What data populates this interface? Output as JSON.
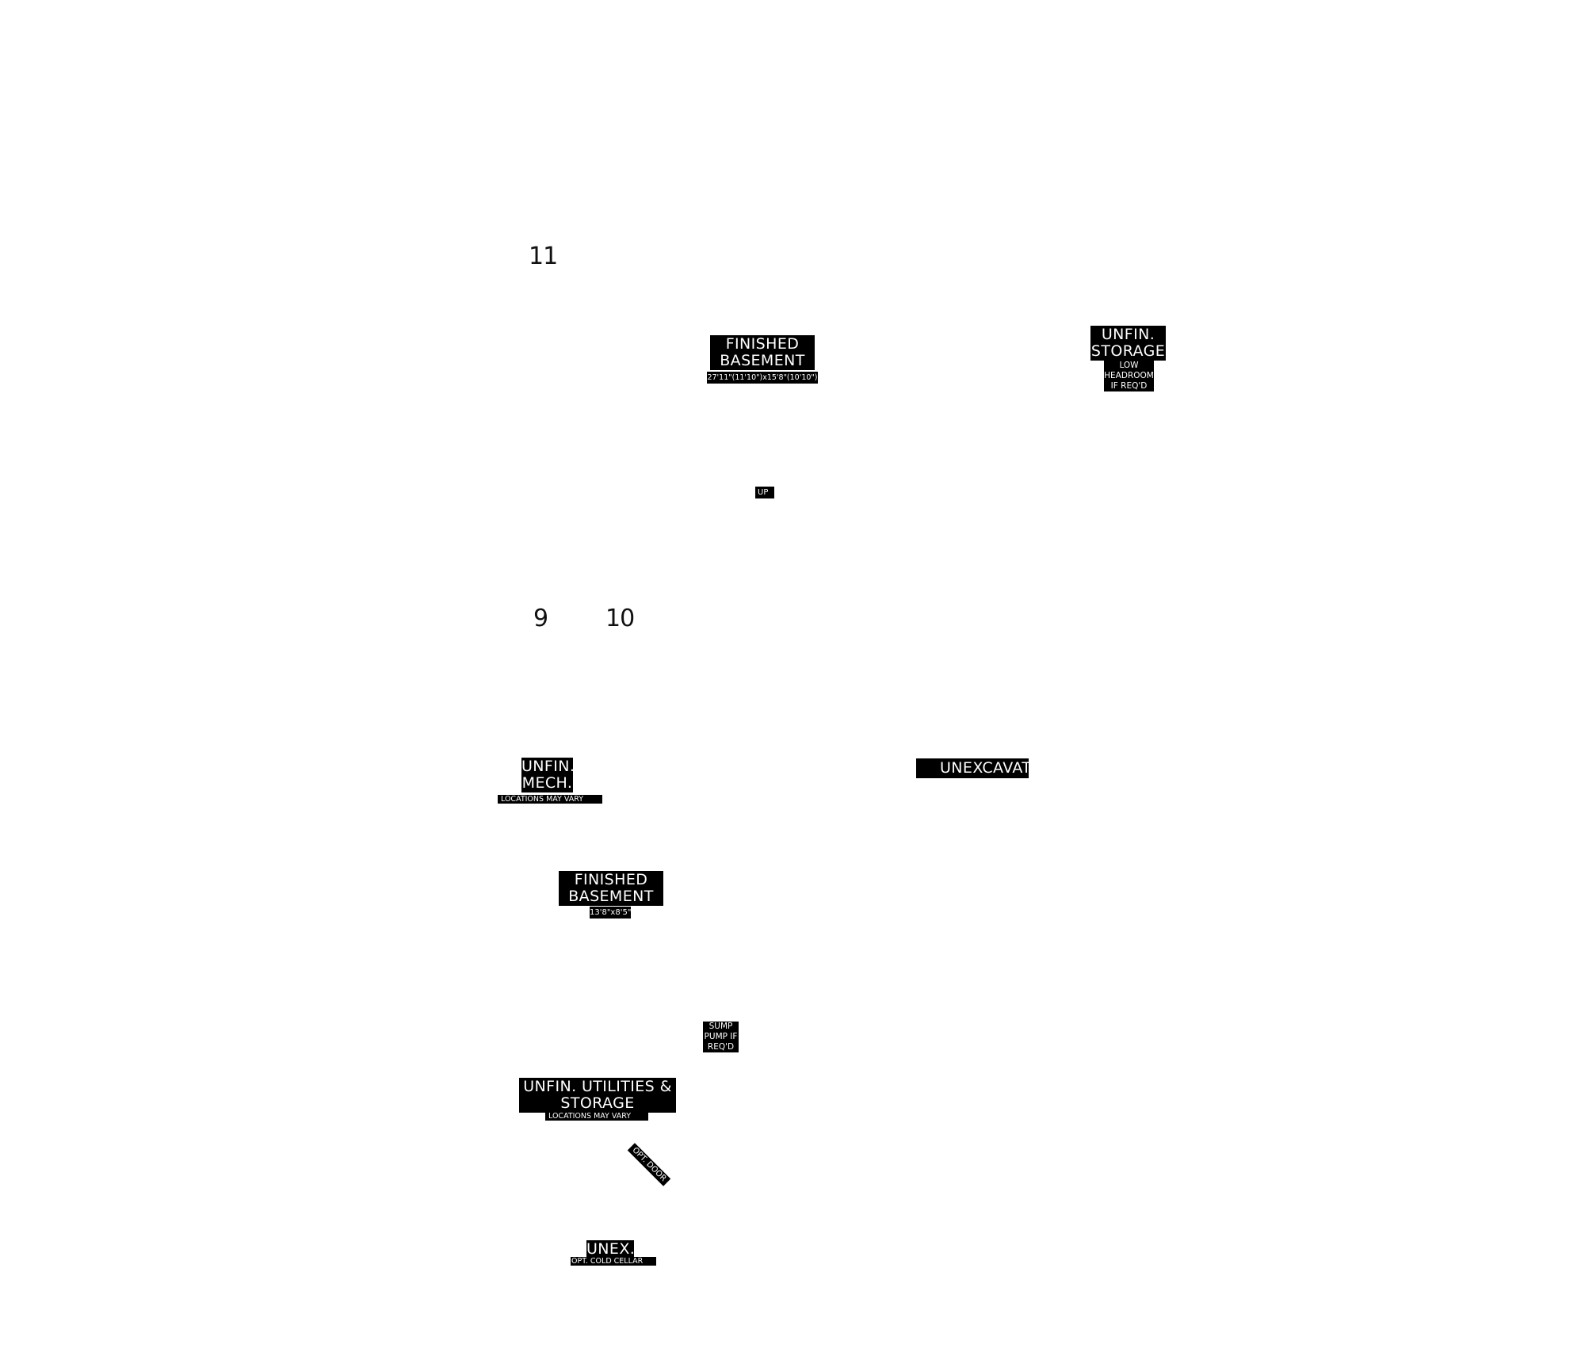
{
  "unit_numbers": [
    "11",
    "9",
    "10"
  ],
  "labels": {
    "finished_basement_top": {
      "lines": [
        "FINISHED",
        "BASEMENT"
      ],
      "dimension": "27'11\"(11'10\")x15'8\"(10'10\")"
    },
    "unfin_storage": {
      "lines": [
        "UNFIN.",
        "STORAGE"
      ],
      "note_lines": [
        "LOW",
        "HEADROOM",
        "IF REQ'D"
      ]
    },
    "up": "UP",
    "unfin_mech": {
      "lines": [
        "UNFIN.",
        "MECH."
      ],
      "note": "LOCATIONS MAY VARY"
    },
    "unexcavated": "UNEXCAVATED",
    "finished_basement_bottom": {
      "lines": [
        "FINISHED",
        "BASEMENT"
      ],
      "dimension": "13'8\"x8'5\""
    },
    "sump_pump": [
      "SUMP",
      "PUMP IF",
      "REQ'D"
    ],
    "unfin_utilities": {
      "lines": [
        "UNFIN. UTILITIES &",
        "STORAGE"
      ],
      "note": "LOCATIONS MAY VARY"
    },
    "opt_door": "OPT. DOOR",
    "unex": {
      "label": "UNEX.",
      "note": "OPT. COLD CELLAR"
    }
  }
}
